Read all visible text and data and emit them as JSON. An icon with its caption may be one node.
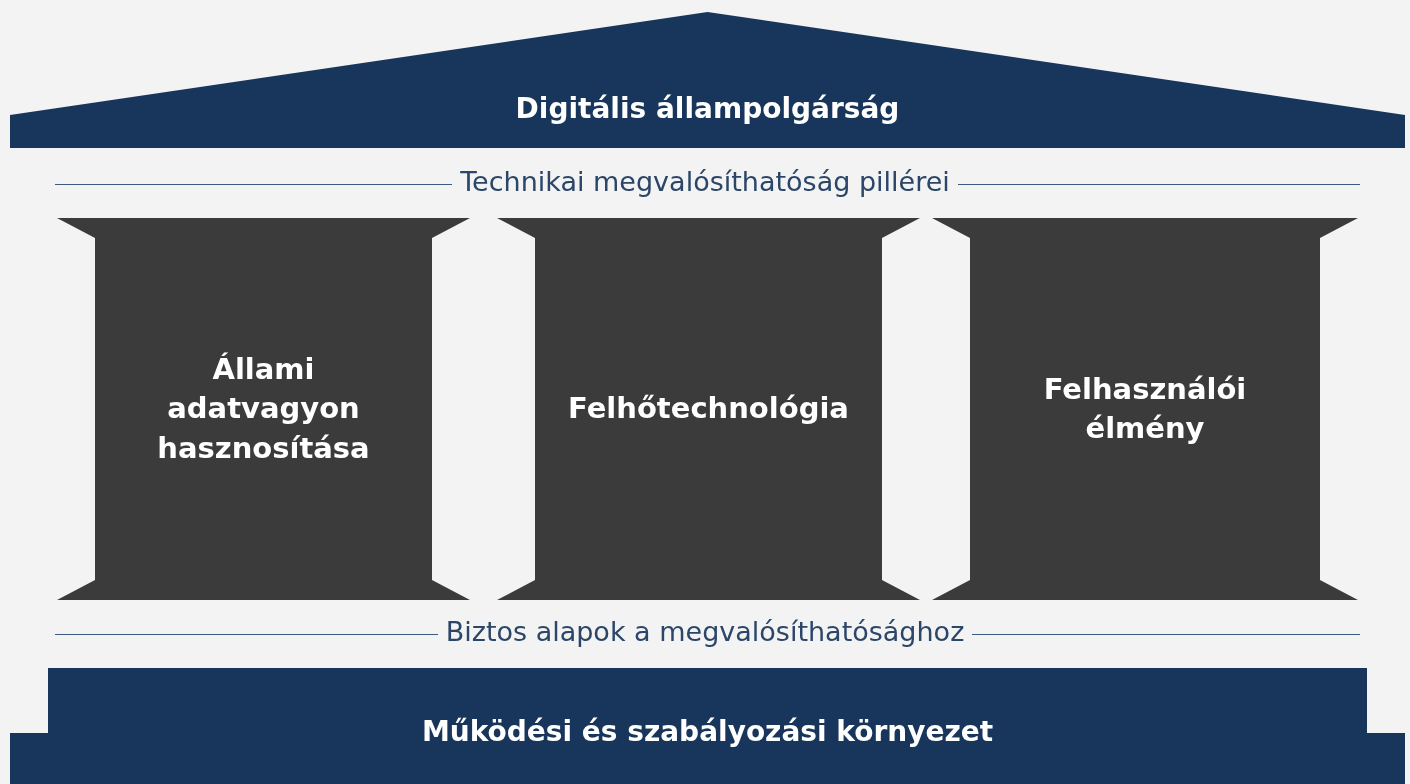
{
  "diagram": {
    "nodes": [
      {
        "text": [
          "Digitális állampolgárság"
        ]
      },
      {
        "text": [
          "Állami adatvagyon hasznosítása"
        ]
      },
      {
        "text": [
          "Felhőtechnológia"
        ]
      },
      {
        "text": [
          "Felhasználói élmény"
        ]
      },
      {
        "text": [
          "Működési és szabályozási környezet"
        ]
      }
    ],
    "labels": [
      "Technikai megvalósíthatóság pillérei",
      "Biztos alapok a megvalósíthatósághoz"
    ]
  }
}
